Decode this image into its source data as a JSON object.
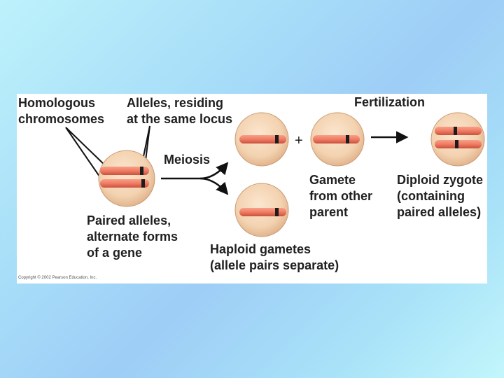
{
  "labels": {
    "homologous_line1": "Homologous",
    "homologous_line2": "chromosomes",
    "alleles_line1": "Alleles, residing",
    "alleles_line2": "at the same locus",
    "fertilization": "Fertilization",
    "meiosis": "Meiosis",
    "plus": "+",
    "paired_line1": "Paired alleles,",
    "paired_line2": "alternate forms",
    "paired_line3": "of a gene",
    "gamete_line1": "Gamete",
    "gamete_line2": "from other",
    "gamete_line3": "parent",
    "diploid_line1": "Diploid zygote",
    "diploid_line2": "(containing",
    "diploid_line3": "paired alleles)",
    "haploid_line1": "Haploid gametes",
    "haploid_line2": "(allele pairs separate)",
    "copyright": "Copyright © 2002 Pearson Education, Inc."
  },
  "colors": {
    "cell_fill": "#f3d2b0",
    "cell_edge": "#c99a73",
    "chromosome": "#f07c62",
    "chromosome_dark": "#b8463a",
    "allele_band": "#1c1c1c",
    "arrow": "#111111",
    "background_light": "#bdf2fb",
    "background_mid": "#9ecdf6"
  }
}
